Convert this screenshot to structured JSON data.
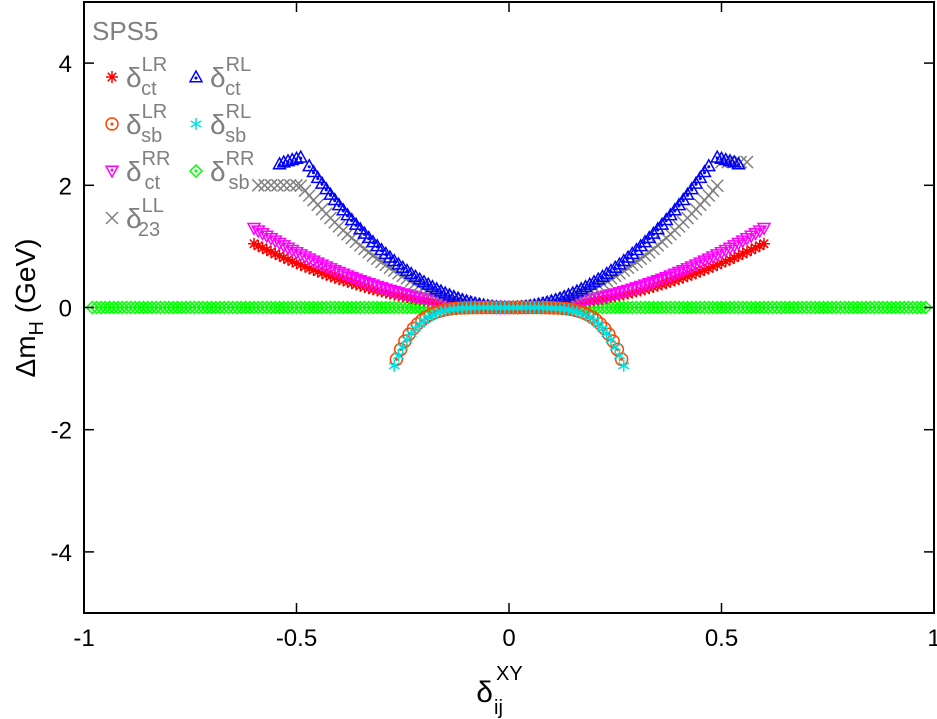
{
  "chart_data": {
    "type": "scatter",
    "legend_title": "SPS5",
    "xlabel": {
      "base": "δ",
      "sub": "ij",
      "sup": "XY"
    },
    "ylabel": {
      "base": "Δm",
      "sub": "H",
      "unit": " (GeV)"
    },
    "xlim": [
      -1,
      1
    ],
    "ylim": [
      -5,
      5
    ],
    "xticks": [
      -1,
      -0.5,
      0,
      0.5,
      1
    ],
    "xtick_labels": [
      "-1",
      "-0.5",
      "0",
      "0.5",
      "1"
    ],
    "yticks": [
      -4,
      -2,
      0,
      2,
      4
    ],
    "ytick_labels": [
      "-4",
      "-2",
      "0",
      "2",
      "4"
    ],
    "grid": false,
    "legend_position": "top-left",
    "series": [
      {
        "id": "ct_LR",
        "base": "δ",
        "sub": "ct",
        "sup": "LR",
        "marker": "star",
        "color": "#ff0000",
        "curve": {
          "kind": "power",
          "a": 2.9,
          "p": 2,
          "xmin": -0.6,
          "xmax": 0.6
        }
      },
      {
        "id": "ct_RL",
        "base": "δ",
        "sub": "ct",
        "sup": "RL",
        "marker": "triangle-up",
        "color": "#0000ff",
        "curve": {
          "kind": "power",
          "a": 10.5,
          "p": 2,
          "xmin": -0.47,
          "xmax": 0.47
        },
        "extra": {
          "x": [
            -0.54,
            -0.53,
            -0.52,
            -0.51,
            -0.5,
            -0.49,
            0.49,
            0.5,
            0.51,
            0.52,
            0.53,
            0.54
          ],
          "y": [
            2.35,
            2.38,
            2.4,
            2.42,
            2.44,
            2.46,
            2.46,
            2.44,
            2.42,
            2.4,
            2.38,
            2.35
          ]
        }
      },
      {
        "id": "sb_LR",
        "base": "δ",
        "sub": "sb",
        "sup": "LR",
        "marker": "circle",
        "color": "#ff4500",
        "curve": {
          "kind": "neg-power",
          "a": 1260,
          "p": 5.5,
          "xmin": -0.265,
          "xmax": 0.265
        }
      },
      {
        "id": "sb_RL",
        "base": "δ",
        "sub": "sb",
        "sup": "RL",
        "marker": "asterisk",
        "color": "#00e0e0",
        "curve": {
          "kind": "neg-power",
          "a": 665,
          "p": 5,
          "xmin": -0.27,
          "xmax": 0.27
        }
      },
      {
        "id": "ct_RR",
        "base": "δ",
        "sub": "ct",
        "sup": "RR",
        "marker": "triangle-down",
        "color": "#ff00ff",
        "curve": {
          "kind": "power",
          "a": 3.6,
          "p": 2,
          "xmin": -0.6,
          "xmax": 0.6
        }
      },
      {
        "id": "sb_RR",
        "base": "δ",
        "sub": "sb",
        "sup": "RR",
        "marker": "diamond",
        "color": "#00ff00",
        "curve": {
          "kind": "zero",
          "xmin": -0.98,
          "xmax": 0.98
        }
      },
      {
        "id": "23_LL",
        "base": "δ",
        "sub": "23",
        "sup": "LL",
        "marker": "cross",
        "color": "#808080",
        "curve": {
          "kind": "power",
          "a": 8.3,
          "p": 2,
          "xmin": -0.49,
          "xmax": 0.49
        },
        "extra": {
          "x": [
            -0.59,
            -0.575,
            -0.56,
            -0.545,
            -0.53,
            -0.515,
            -0.5,
            0.5,
            0.515,
            0.53,
            0.545,
            0.56
          ],
          "y": [
            2.0,
            2.0,
            2.0,
            2.0,
            2.0,
            2.0,
            2.0,
            2.38,
            2.38,
            2.38,
            2.38,
            2.38
          ]
        }
      }
    ]
  }
}
